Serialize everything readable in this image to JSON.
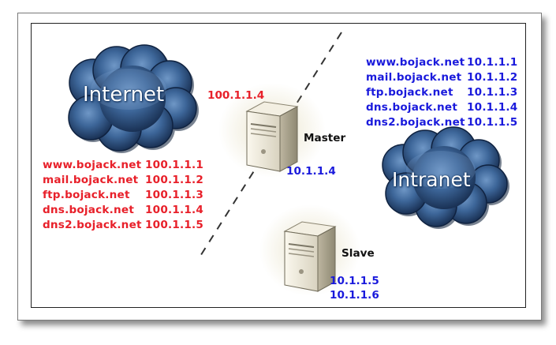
{
  "clouds": {
    "internet": "Internet",
    "intranet": "Intranet"
  },
  "external_ip": "100.1.1.4",
  "master": {
    "label": "Master",
    "ip": "10.1.1.4"
  },
  "slave": {
    "label": "Slave",
    "ips": [
      "10.1.1.5",
      "10.1.1.6"
    ]
  },
  "external_records": [
    {
      "host": "www.bojack.net",
      "ip": "100.1.1.1"
    },
    {
      "host": "mail.bojack.net",
      "ip": "100.1.1.2"
    },
    {
      "host": "ftp.bojack.net",
      "ip": "100.1.1.3"
    },
    {
      "host": "dns.bojack.net",
      "ip": "100.1.1.4"
    },
    {
      "host": "dns2.bojack.net",
      "ip": "100.1.1.5"
    }
  ],
  "internal_records": [
    {
      "host": "www.bojack.net",
      "ip": "10.1.1.1"
    },
    {
      "host": "mail.bojack.net",
      "ip": "10.1.1.2"
    },
    {
      "host": "ftp.bojack.net",
      "ip": "10.1.1.3"
    },
    {
      "host": "dns.bojack.net",
      "ip": "10.1.1.4"
    },
    {
      "host": "dns2.bojack.net",
      "ip": "10.1.1.5"
    }
  ],
  "colors": {
    "external_text": "#e8202a",
    "internal_text": "#1a1adc",
    "cloud_dark": "#1b3456",
    "cloud_light": "#5d86b8"
  }
}
